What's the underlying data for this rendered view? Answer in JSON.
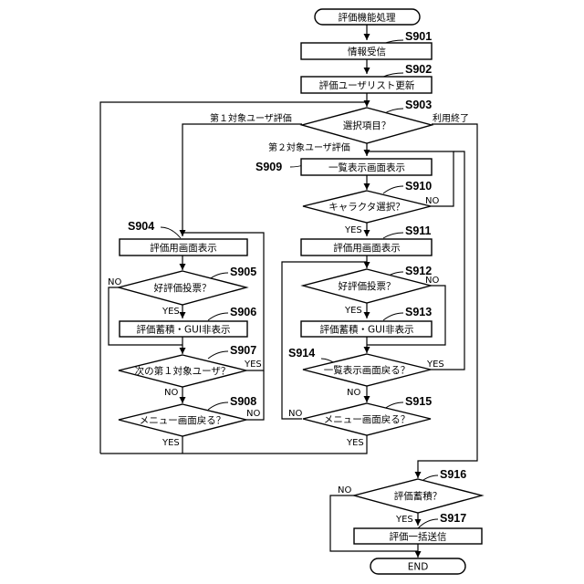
{
  "nodes": {
    "start": "評価機能処理",
    "s901": "情報受信",
    "s902": "評価ユーザリスト更新",
    "s903": "選択項目？",
    "s909": "一覧表示画面表示",
    "s910": "キャラクタ選択？",
    "s904": "評価用画面表示",
    "s911": "評価用画面表示",
    "s905": "好評価投票？",
    "s912": "好評価投票？",
    "s906": "評価蓄積・GUI非表示",
    "s913": "評価蓄積・GUI非表示",
    "s907": "次の第１対象ユーザ？",
    "s914": "一覧表示画面戻る？",
    "s908": "メニュー画面戻る？",
    "s915": "メニュー画面戻る？",
    "s916": "評価蓄積？",
    "s917": "評価一括送信",
    "end": "END"
  },
  "steps": {
    "s901": "S901",
    "s902": "S902",
    "s903": "S903",
    "s904": "S904",
    "s905": "S905",
    "s906": "S906",
    "s907": "S907",
    "s908": "S908",
    "s909": "S909",
    "s910": "S910",
    "s911": "S911",
    "s912": "S912",
    "s913": "S913",
    "s914": "S914",
    "s915": "S915",
    "s916": "S916",
    "s917": "S917"
  },
  "branches": {
    "first_target": "第１対象ユーザ評価",
    "second_target": "第２対象ユーザ評価",
    "end_use": "利用終了",
    "yes": "YES",
    "no": "NO"
  }
}
